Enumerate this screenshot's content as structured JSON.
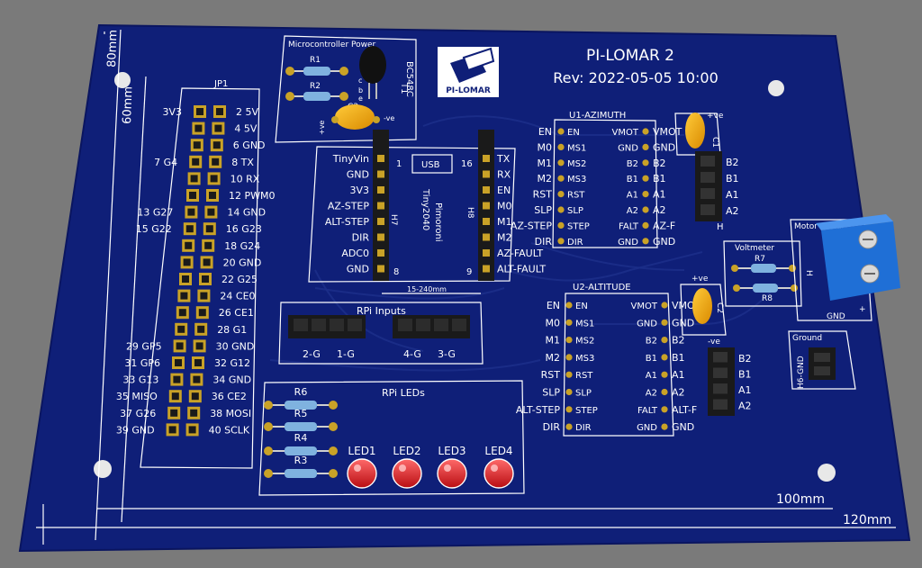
{
  "board": {
    "title": "PI-LOMAR 2",
    "revision": "Rev: 2022-05-05 10:00",
    "logo_text": "PI-LOMAR",
    "colors": {
      "pcb": "#0f1f78",
      "background": "#7a7a7a",
      "silkscreen": "#ffffff",
      "pad": "#c9a227",
      "header": "#1a1a1a",
      "led": "#e8141c",
      "terminal": "#1f6fd6",
      "capacitor": "#f0a800"
    }
  },
  "dimensions": {
    "d80": "80mm",
    "d60": "60mm",
    "d100": "100mm",
    "d120": "120mm",
    "d15": "15-240mm"
  },
  "microcontroller": {
    "title": "Microcontroller Power",
    "r1": "R1",
    "r2": "R2",
    "c3": "C3",
    "t1": "T1",
    "bc548c": "BC548C",
    "pin_c": "c",
    "pin_b": "b",
    "pin_e": "e",
    "pos": "+ve",
    "neg": "-ve"
  },
  "jp1": {
    "label": "JP1",
    "left": [
      "3V3",
      "",
      "",
      "7 G4",
      "",
      "",
      "13 G27",
      "15 G22",
      "",
      "",
      "",
      "",
      "",
      "",
      "29 GP5",
      "31 GP6",
      "33 G13",
      "35 MISO",
      "37 G26",
      "39 GND"
    ],
    "right": [
      "2 5V",
      "4 5V",
      "6 GND",
      "8 TX",
      "10 RX",
      "12 PWM0",
      "14 GND",
      "16 G23",
      "18 G24",
      "20 GND",
      "22 G25",
      "24 CE0",
      "26 CE1",
      "28 G1",
      "30 GND",
      "32 G12",
      "34 GND",
      "36 CE2",
      "38 MOSI",
      "40 SCLK"
    ]
  },
  "tiny": {
    "name": "TinyVin",
    "usb": "USB",
    "pin1": "1",
    "pin16": "16",
    "pin8": "8",
    "pin9": "9",
    "h7": "H7",
    "h8": "H8",
    "brand": "Pimoroni",
    "model": "Tiny2040",
    "left": [
      "TinyVin",
      "GND",
      "3V3",
      "AZ-STEP",
      "ALT-STEP",
      "DIR",
      "ADC0",
      "GND"
    ],
    "right": [
      "TX",
      "RX",
      "EN",
      "M0",
      "M1",
      "M2",
      "AZ-FAULT",
      "ALT-FAULT"
    ]
  },
  "u1": {
    "title": "U1-AZIMUTH",
    "outer_left": [
      "EN",
      "M0",
      "M1",
      "M2",
      "RST",
      "SLP",
      "AZ-STEP",
      "DIR"
    ],
    "inner_left": [
      "EN",
      "MS1",
      "MS2",
      "MS3",
      "RST",
      "SLP",
      "STEP",
      "DIR"
    ],
    "inner_right": [
      "VMOT",
      "GND",
      "B2",
      "B1",
      "A1",
      "A2",
      "FALT",
      "GND"
    ],
    "outer_right": [
      "VMOT",
      "GND",
      "B2",
      "B1",
      "A1",
      "A2",
      "AZ-F",
      "GND"
    ],
    "c1": "C1",
    "pos": "+ve",
    "conn": [
      "B2",
      "B1",
      "A1",
      "A2"
    ],
    "h": "H"
  },
  "u2": {
    "title": "U2-ALTITUDE",
    "outer_left": [
      "EN",
      "M0",
      "M1",
      "M2",
      "RST",
      "SLP",
      "ALT-STEP",
      "DIR"
    ],
    "inner_left": [
      "EN",
      "MS1",
      "MS2",
      "MS3",
      "RST",
      "SLP",
      "STEP",
      "DIR"
    ],
    "inner_right": [
      "VMOT",
      "GND",
      "B2",
      "B1",
      "A1",
      "A2",
      "FALT",
      "GND"
    ],
    "outer_right": [
      "VMOT",
      "GND",
      "B2",
      "B1",
      "A1",
      "A2",
      "ALT-F",
      "GND"
    ],
    "c2": "C2",
    "pos": "+ve",
    "neg": "-ve",
    "conn": [
      "B2",
      "B1",
      "A1",
      "A2"
    ]
  },
  "rpi_inputs": {
    "title": "RPi Inputs",
    "labels": [
      "2-G",
      "1-G",
      "4-G",
      "3-G"
    ]
  },
  "rpi_leds": {
    "title": "RPi LEDs",
    "resistors": [
      "R6",
      "R5",
      "R4",
      "R3"
    ],
    "leds": [
      "LED1",
      "LED2",
      "LED3",
      "LED4"
    ]
  },
  "voltmeter": {
    "title": "Voltmeter",
    "r7": "R7",
    "r8": "R8"
  },
  "motor_power": {
    "title": "Motor Power",
    "h_label": "H",
    "gnd": "GND",
    "tb": "+"
  },
  "ground": {
    "title": "Ground",
    "label": "H6-GND"
  }
}
